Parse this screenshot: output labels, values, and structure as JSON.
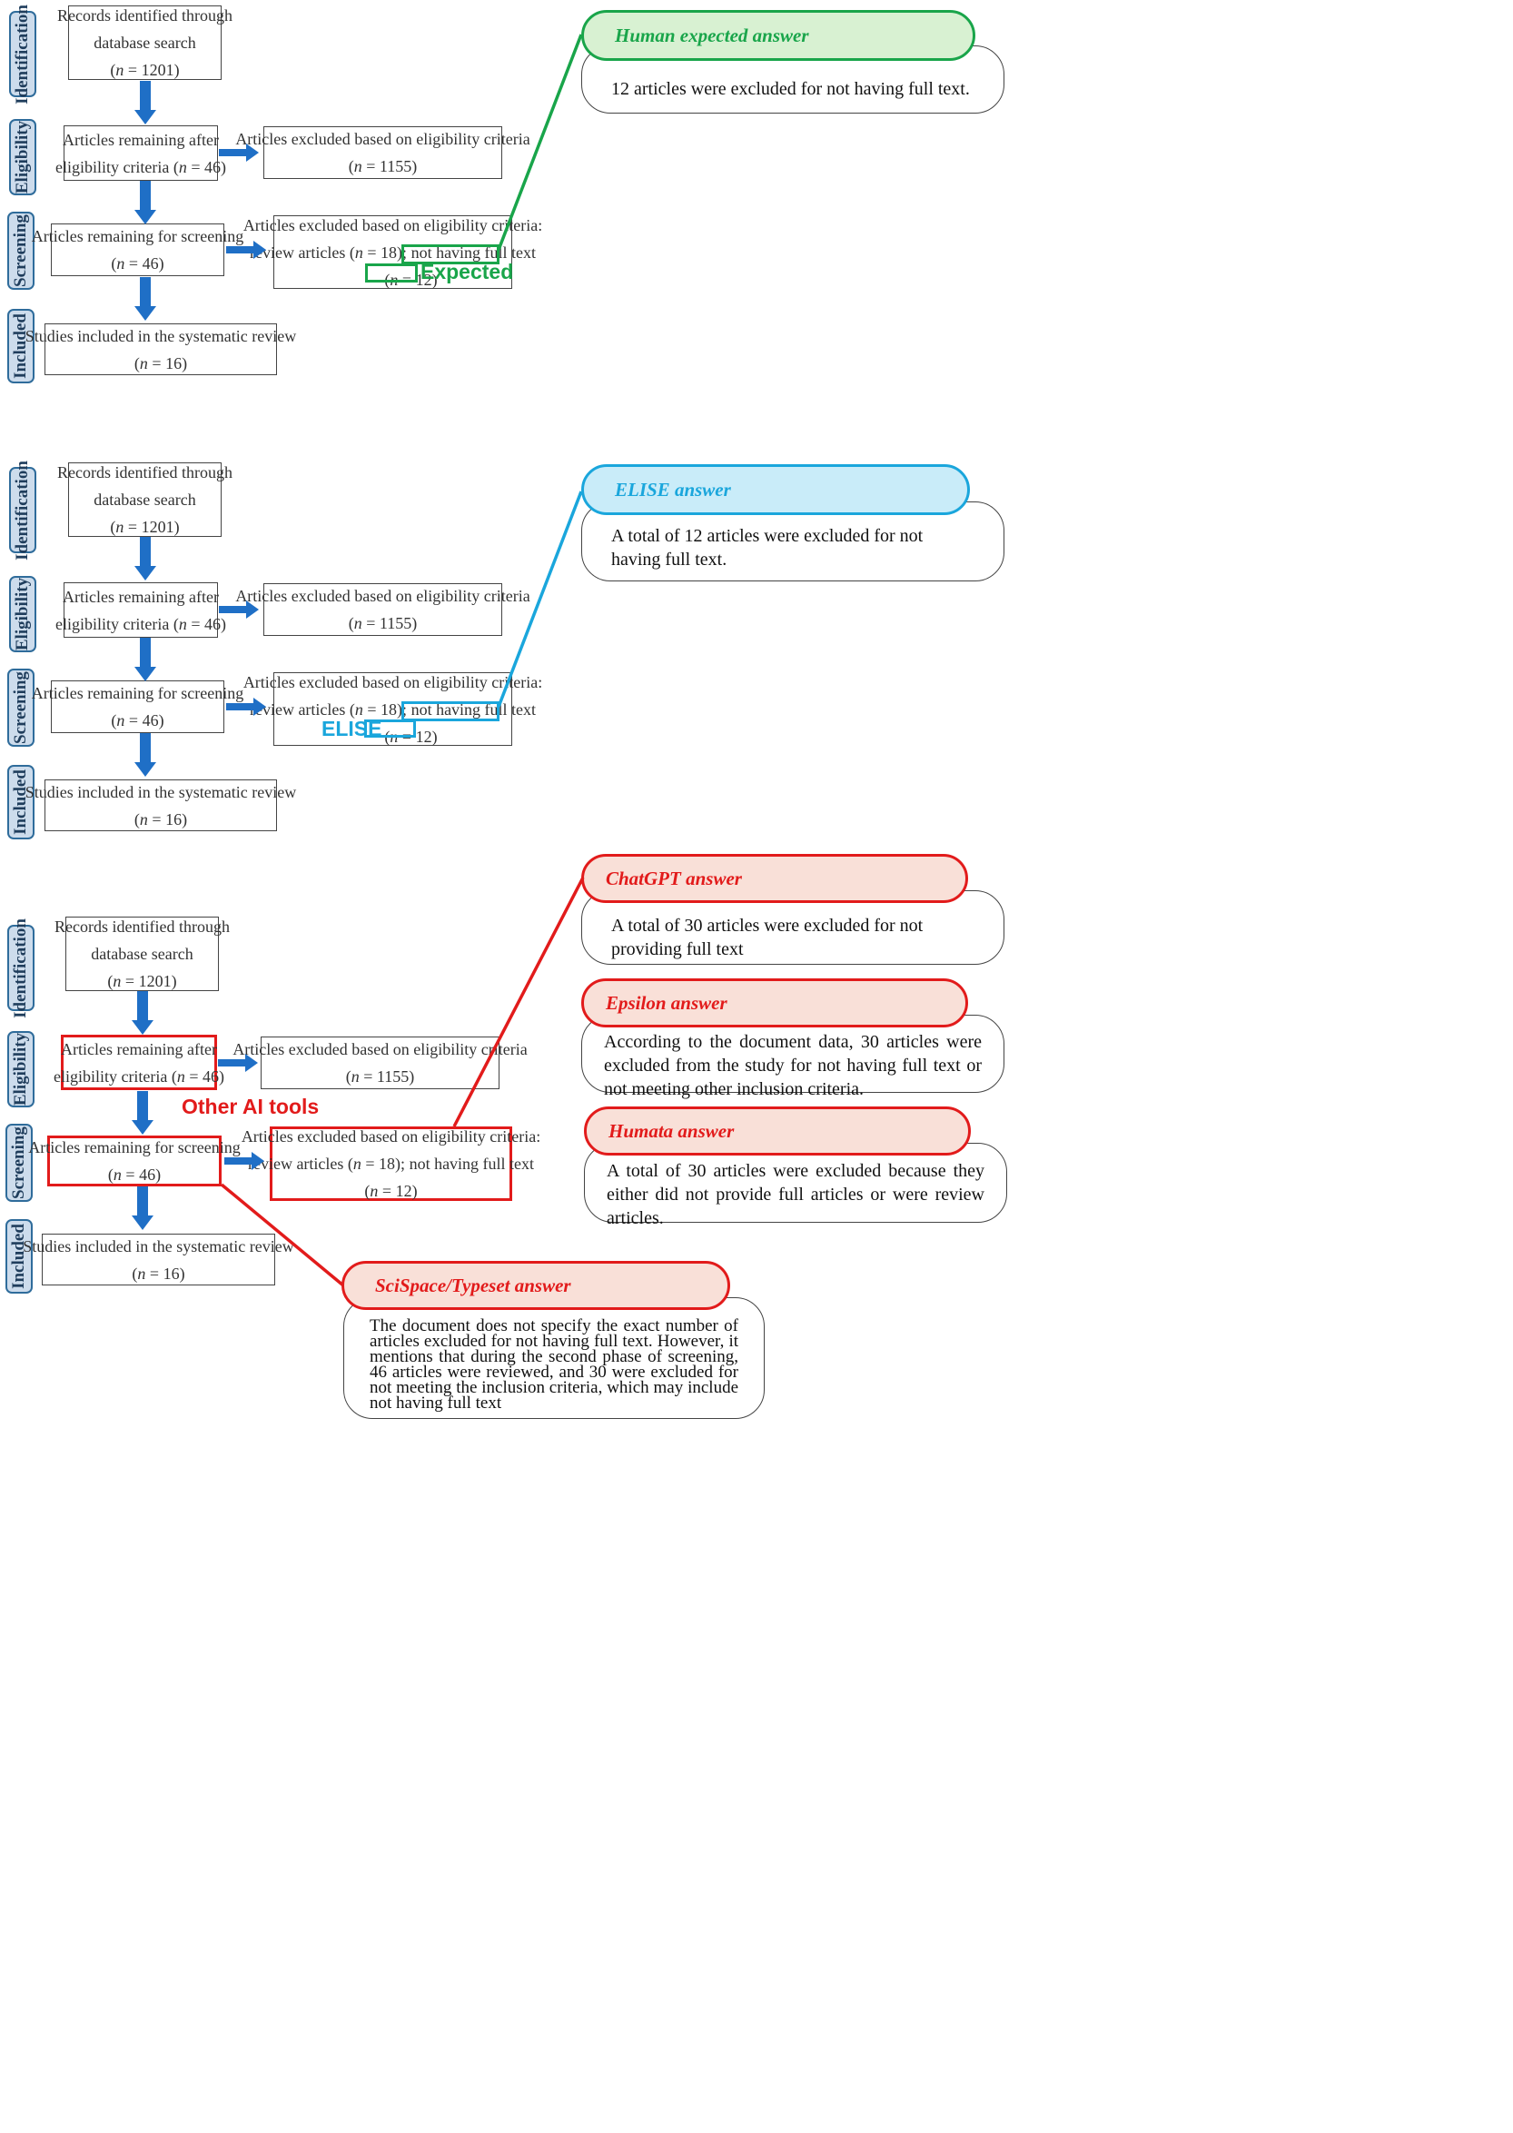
{
  "side_labels": {
    "identification": "Identification",
    "eligibility": "Eligibility",
    "screening": "Screening",
    "included": "Included"
  },
  "flow": {
    "records": {
      "line1": "Records identified through",
      "line2": "database search",
      "n": "n",
      "eq": " = 1201"
    },
    "remaining": {
      "line1": "Articles remaining after",
      "line2_pre": "eligibility criteria (",
      "n": "n",
      "line2_post": " = 46)"
    },
    "excluded_elig": {
      "line1": "Articles excluded based on eligibility criteria",
      "n": "n",
      "eq": " = 1155"
    },
    "screening": {
      "line1": "Articles remaining for screening",
      "n": "n",
      "eq": " = 46"
    },
    "excluded_screen": {
      "line1": "Articles excluded based on eligibility criteria:",
      "line2_pre": "review articles (",
      "line2_n": "n",
      "line2_mid": " = 18); ",
      "line2_post": "not having full text",
      "n": "n",
      "eq": " = 12"
    },
    "included": {
      "line1": "Studies included in the systematic review",
      "n": "n",
      "eq": " = 16"
    }
  },
  "highlight_tags": {
    "expected": "Expected",
    "elise": "ELISE",
    "other": "Other AI tools"
  },
  "answers": {
    "human": {
      "title": "Human expected answer",
      "text": "12 articles were excluded for not having full text."
    },
    "elise": {
      "title": "ELISE answer",
      "text": "A total of 12 articles were excluded for not having full text."
    },
    "chatgpt": {
      "title": "ChatGPT answer",
      "text": "A total of 30 articles were excluded for not providing full text"
    },
    "epsilon": {
      "title": "Epsilon answer",
      "text": "According to the document data, 30 articles were excluded from the study for not having full text or not meeting other inclusion criteria."
    },
    "humata": {
      "title": "Humata answer",
      "text": "A total of 30 articles were excluded because they either did not provide full articles or were review articles."
    },
    "scispace": {
      "title": "SciSpace/Typeset answer",
      "text": "The document does not specify the exact number of articles excluded for not having full text. However, it mentions that during the second phase of screening, 46 articles were reviewed, and 30 were excluded for not meeting the inclusion criteria, which may include not having full text"
    }
  },
  "colors": {
    "green": "#19a54a",
    "green_fill": "#d8f1d2",
    "blue": "#1aa6dc",
    "blue_fill": "#c9ecf9",
    "red": "#e21b1b",
    "red_fill": "#f9e0d8",
    "arrow": "#1f6fc6"
  }
}
